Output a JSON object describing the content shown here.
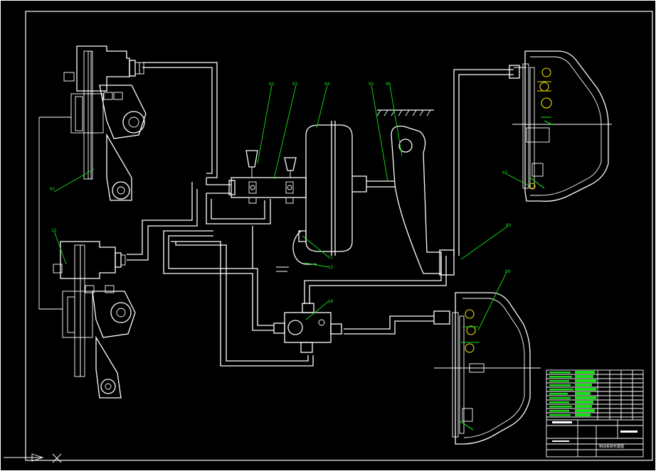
{
  "callouts": [
    {
      "id": "01",
      "text": "01"
    },
    {
      "id": "02",
      "text": "02"
    },
    {
      "id": "03",
      "text": "03"
    },
    {
      "id": "04",
      "text": "04"
    },
    {
      "id": "05",
      "text": "05"
    },
    {
      "id": "06",
      "text": "06"
    },
    {
      "id": "07",
      "text": "07"
    },
    {
      "id": "08",
      "text": "08"
    },
    {
      "id": "09",
      "text": "09"
    },
    {
      "id": "10",
      "text": "10"
    },
    {
      "id": "11",
      "text": "11"
    },
    {
      "id": "12",
      "text": "12"
    },
    {
      "id": "13",
      "text": "13"
    }
  ],
  "title_block": {
    "drawing_title": "制动系统布置图"
  },
  "colors": {
    "background": "#000000",
    "linework": "#ffffff",
    "callouts": "#16e016",
    "fittings": "#f0e000"
  }
}
